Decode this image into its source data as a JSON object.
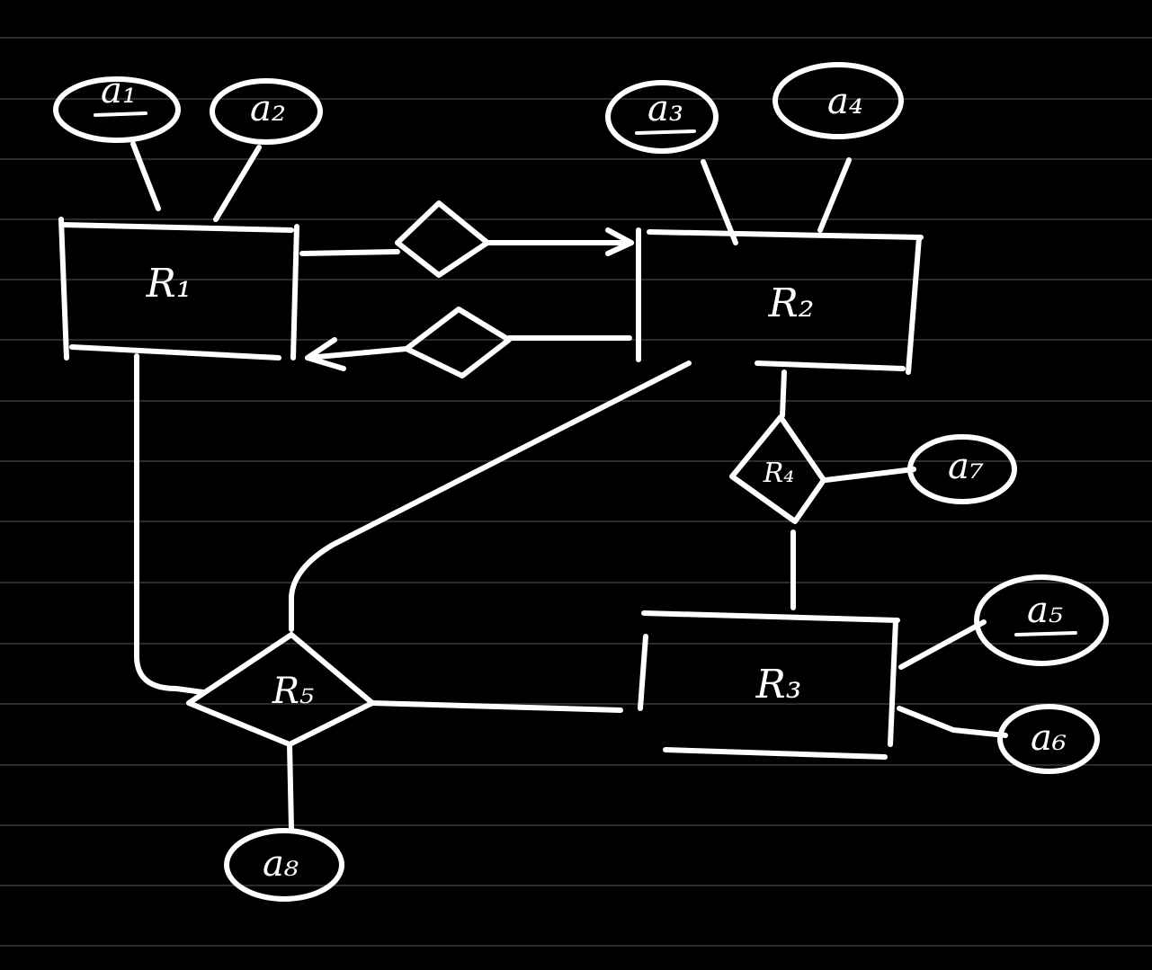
{
  "entities": {
    "r1": "R₁",
    "r2": "R₂",
    "r3": "R₃"
  },
  "relationships": {
    "r4": "R₄",
    "r5": "R₅"
  },
  "attributes": {
    "a1": "a₁",
    "a2": "a₂",
    "a3": "a₃",
    "a4": "a₄",
    "a5": "a₅",
    "a6": "a₆",
    "a7": "a₇",
    "a8": "a₈"
  },
  "colors": {
    "background": "#000000",
    "ink": "#ffffff",
    "rules": "#3a3a3a"
  }
}
